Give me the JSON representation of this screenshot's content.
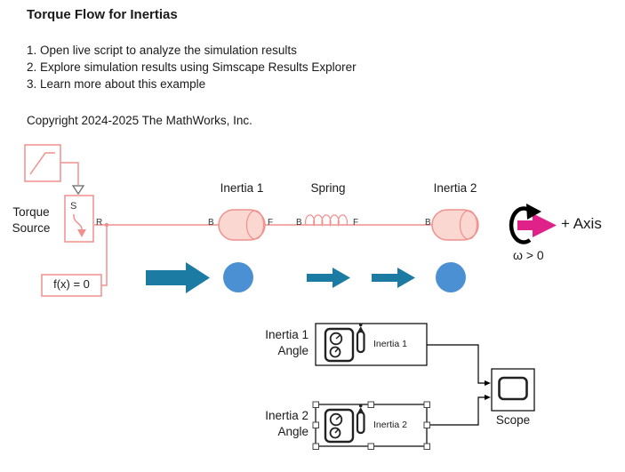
{
  "title": "Torque Flow for Inertias",
  "instructions": [
    "1. Open live script to analyze the simulation results",
    "2. Explore simulation results using Simscape Results Explorer",
    "3. Learn more about this example"
  ],
  "copyright": "Copyright 2024-2025 The MathWorks, Inc.",
  "diagram": {
    "torque_source": {
      "label": "Torque\nSource",
      "port_s": "S",
      "port_r": "R"
    },
    "solver": {
      "label": "f(x) = 0"
    },
    "inertia1": {
      "title": "Inertia 1",
      "port_b": "B",
      "port_f": "F"
    },
    "spring": {
      "title": "Spring",
      "port_b": "B",
      "port_f": "F"
    },
    "inertia2": {
      "title": "Inertia 2",
      "port_b": "B"
    },
    "axis": {
      "label": "+ Axis",
      "omega": "ω > 0"
    },
    "sensors": [
      {
        "outside_label": "Inertia 1\nAngle",
        "inside_label": "Inertia 1"
      },
      {
        "outside_label": "Inertia 2\nAngle",
        "inside_label": "Inertia 2"
      }
    ],
    "scope": {
      "label": "Scope"
    }
  },
  "colors": {
    "physical": "#f0908d",
    "physical_fill": "#fbd7d2",
    "flow_arrow": "#1b7ba3",
    "node_circle": "#4a90d2",
    "axis_arrow": "#e0218a"
  }
}
